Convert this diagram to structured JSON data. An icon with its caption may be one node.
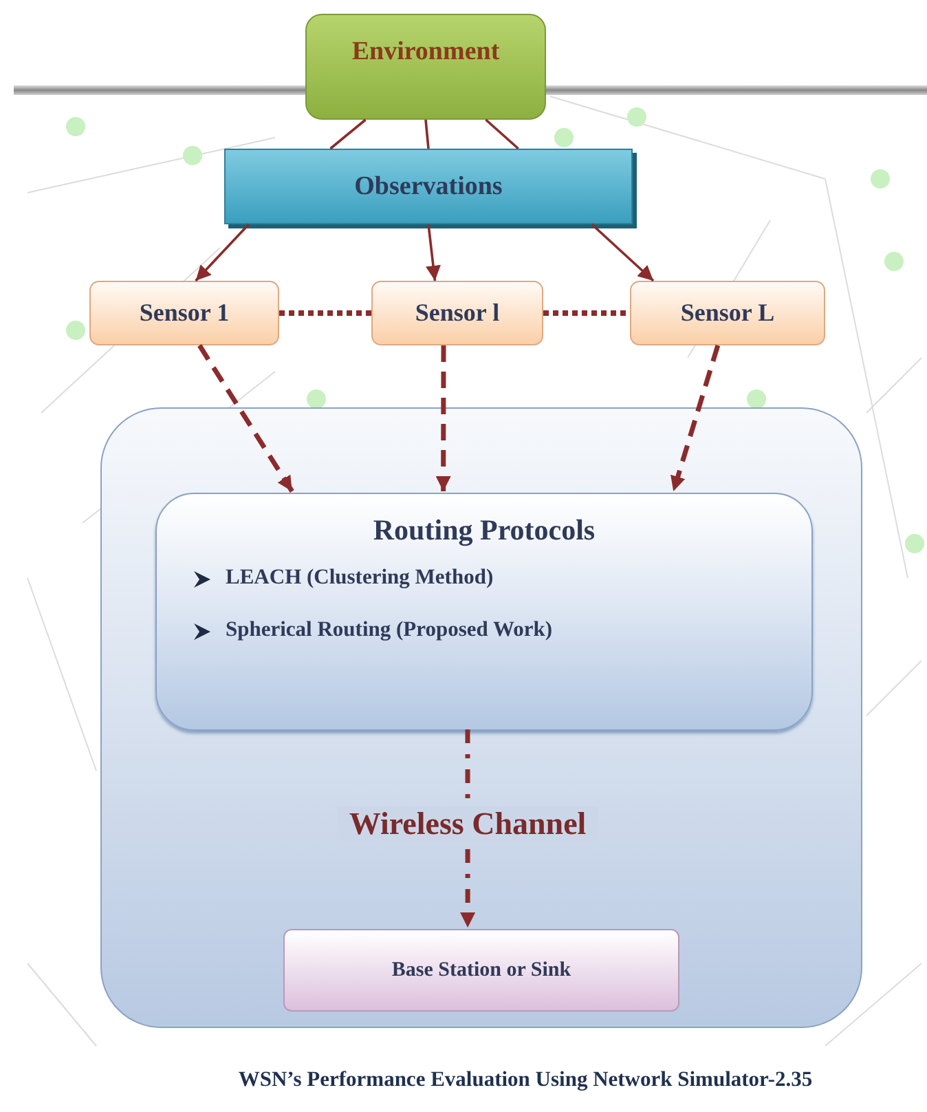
{
  "diagram": {
    "caption": "WSN’s Performance Evaluation Using Network Simulator-2.35",
    "nodes": [
      {
        "text": [
          "Environment"
        ]
      },
      {
        "text": [
          "Observations"
        ]
      },
      {
        "text": [
          "Sensor 1"
        ]
      },
      {
        "text": [
          "Sensor l"
        ]
      },
      {
        "text": [
          "Sensor L"
        ]
      },
      {
        "text": [],
        "shape": "box"
      },
      {
        "text": [
          "Routing Protocols",
          "LEACH (Clustering Method)",
          "Spherical Routing (Proposed Work)"
        ],
        "in": 5
      },
      {
        "text": [
          "Base Station or Sink"
        ],
        "in": 5
      }
    ],
    "edges": [
      {
        "from": 0,
        "to": 1,
        "arrow": "none"
      },
      {
        "from": 0,
        "to": 1,
        "arrow": "none"
      },
      {
        "from": 0,
        "to": 1,
        "arrow": "none"
      },
      {
        "from": 1,
        "to": 2,
        "arrow": "to"
      },
      {
        "from": 1,
        "to": 3,
        "arrow": "to"
      },
      {
        "from": 1,
        "to": 4,
        "arrow": "to"
      },
      {
        "from": 2,
        "to": 3,
        "arrow": "none",
        "style": "dashed"
      },
      {
        "from": 3,
        "to": 4,
        "arrow": "none",
        "style": "dashed"
      },
      {
        "from": 2,
        "to": 6,
        "arrow": "to",
        "style": "dashed"
      },
      {
        "from": 3,
        "to": 6,
        "arrow": "to",
        "style": "dashed"
      },
      {
        "from": 4,
        "to": 6,
        "arrow": "to",
        "style": "dashed"
      },
      {
        "from": 6,
        "to": 7,
        "arrow": "to",
        "style": "dashed",
        "label": "Wireless Channel"
      }
    ]
  }
}
